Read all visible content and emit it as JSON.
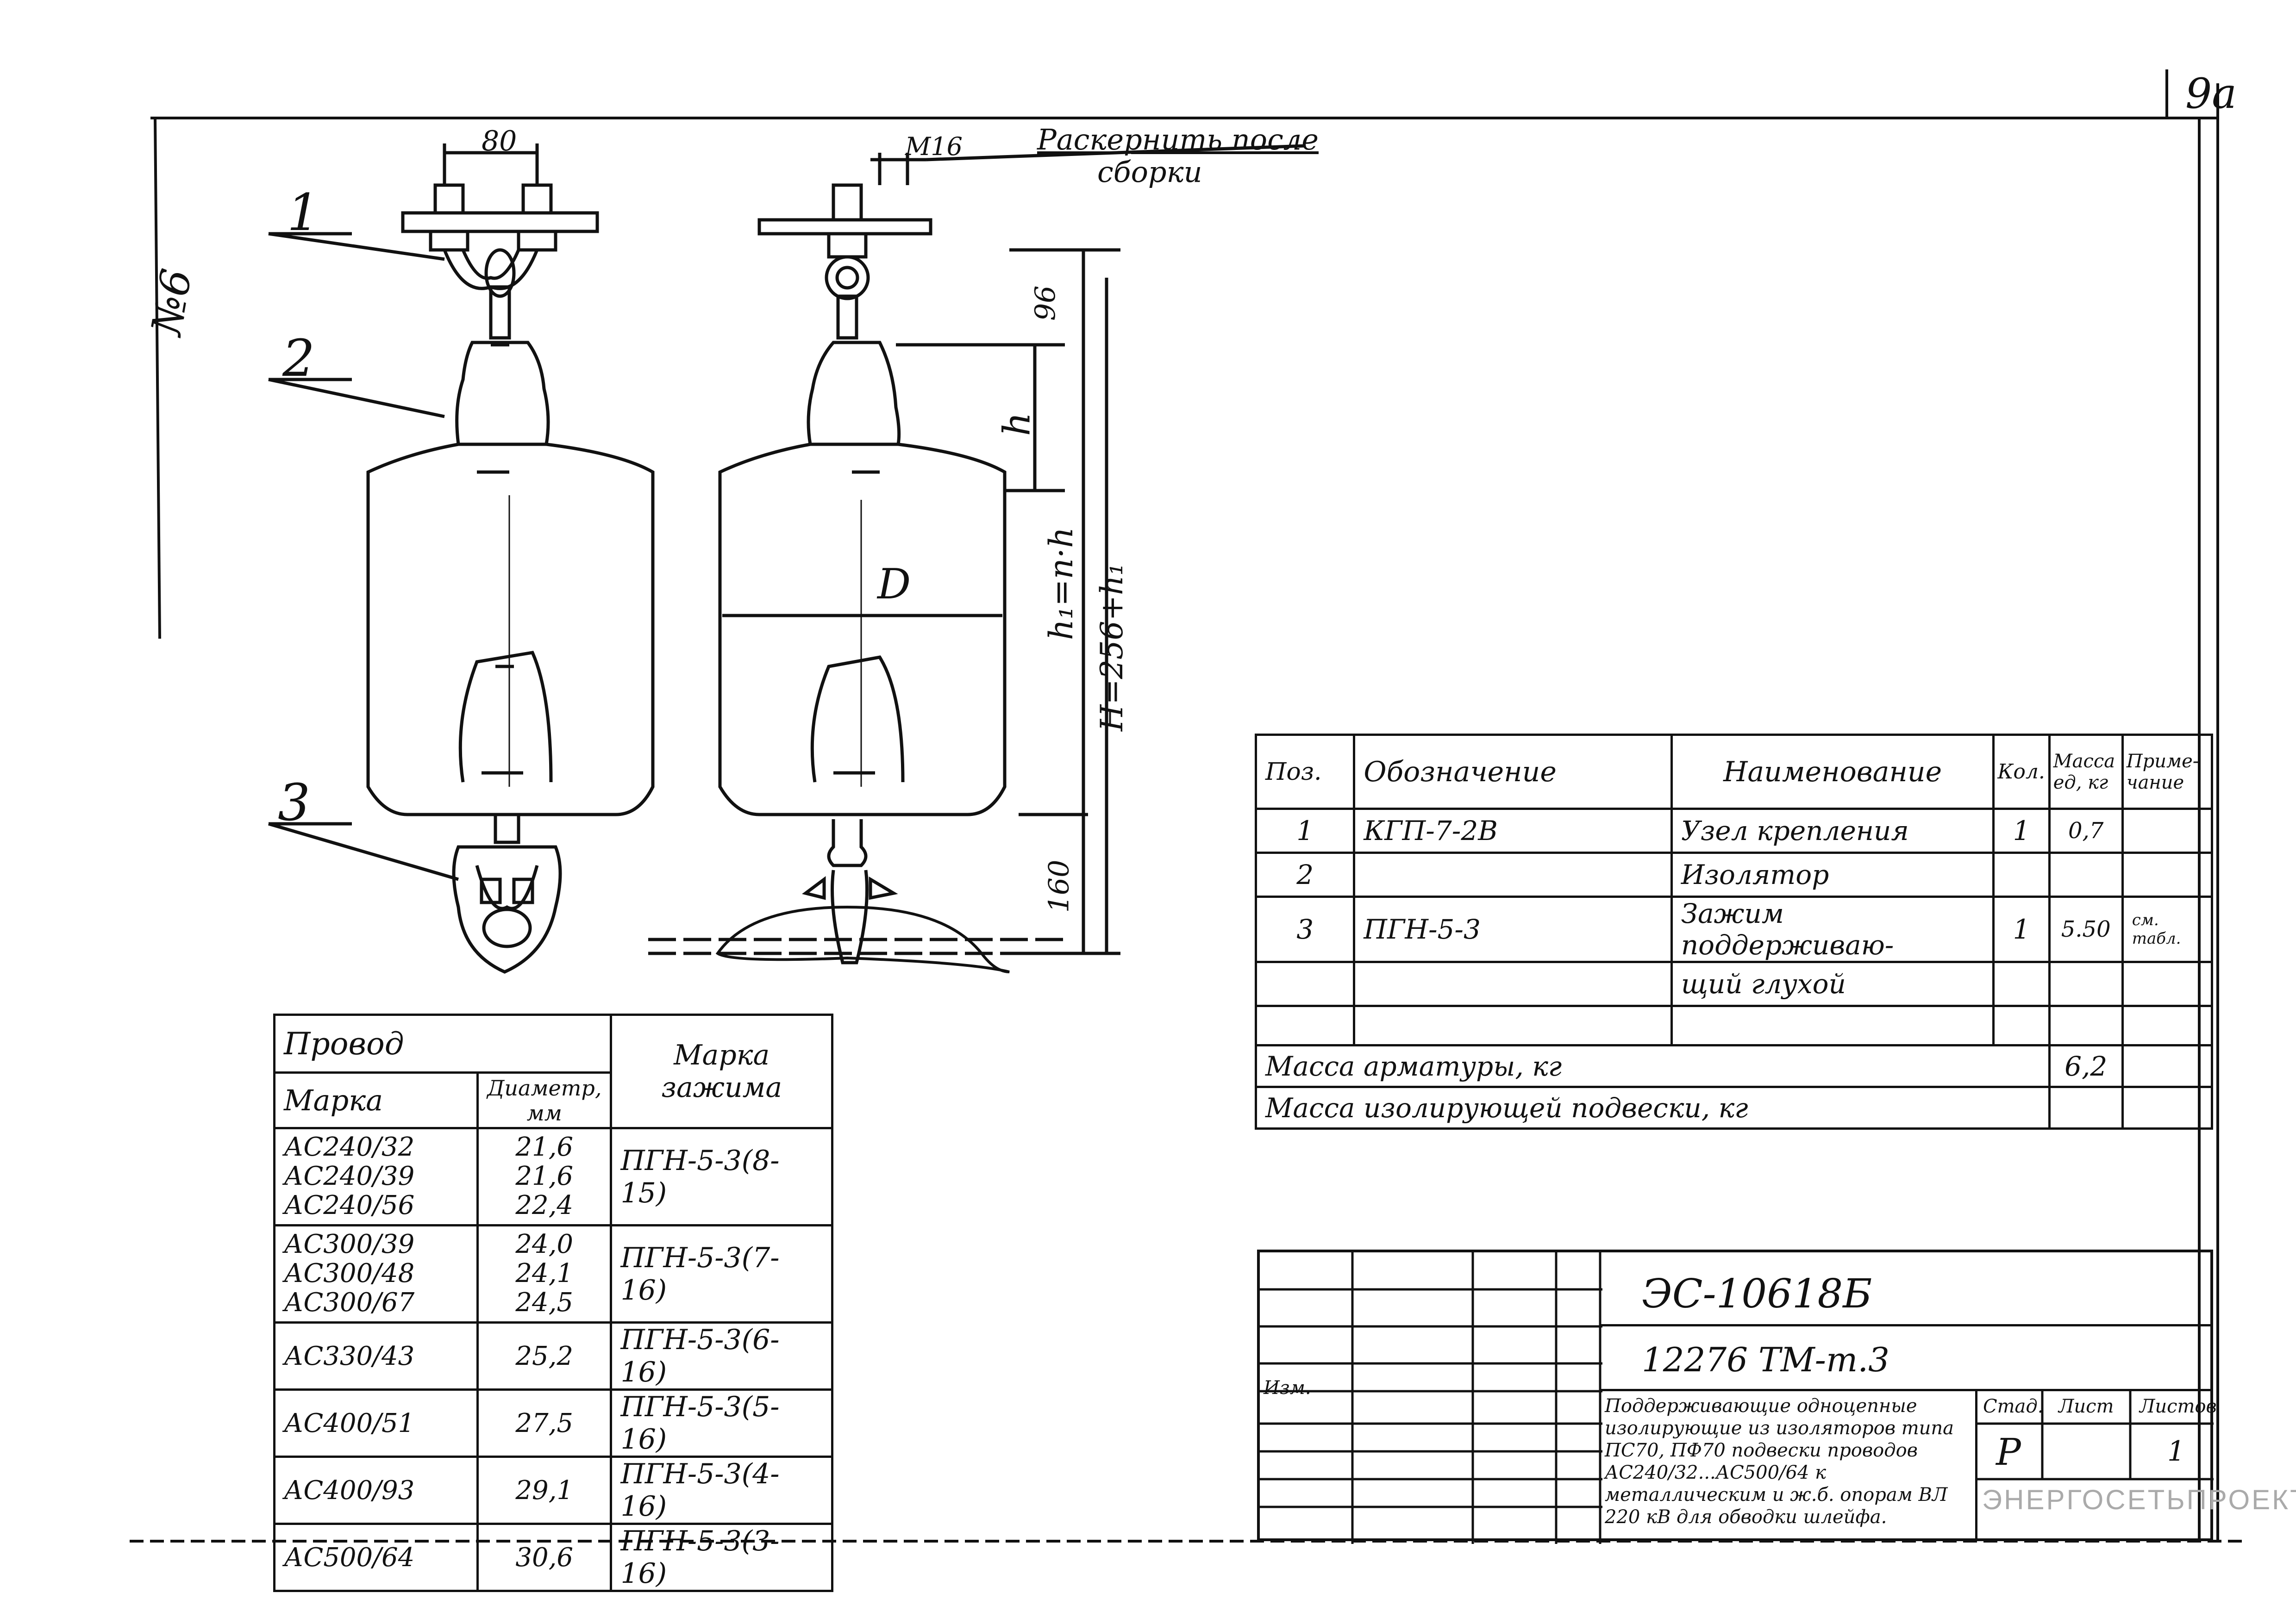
{
  "sheet": {
    "page_label": "9а",
    "side_mark": "№6"
  },
  "drawing": {
    "positions": [
      "1",
      "2",
      "3"
    ],
    "dim_80": "80",
    "dim_m16": "M16",
    "note_line1": "Раскернить после",
    "note_line2": "сборки",
    "dim_96": "96",
    "dim_h": "h",
    "dim_h1": "h₁=n·h",
    "dim_H": "H=256+h₁",
    "dim_D": "D",
    "dim_160": "160"
  },
  "wire_table": {
    "header_wire": "Провод",
    "header_mark": "Марка",
    "header_diam": "Диаметр, мм",
    "header_clamp": "Марка зажима",
    "groups": [
      {
        "marks": [
          "АС240/32",
          "АС240/39",
          "АС240/56"
        ],
        "diams": [
          "21,6",
          "21,6",
          "22,4"
        ],
        "clamp": "ПГН-5-3(8-15)"
      },
      {
        "marks": [
          "АС300/39",
          "АС300/48",
          "АС300/67"
        ],
        "diams": [
          "24,0",
          "24,1",
          "24,5"
        ],
        "clamp": "ПГН-5-3(7-16)"
      },
      {
        "marks": [
          "АС330/43"
        ],
        "diams": [
          "25,2"
        ],
        "clamp": "ПГН-5-3(6-16)"
      },
      {
        "marks": [
          "АС400/51"
        ],
        "diams": [
          "27,5"
        ],
        "clamp": "ПГН-5-3(5-16)"
      },
      {
        "marks": [
          "АС400/93"
        ],
        "diams": [
          "29,1"
        ],
        "clamp": "ПГН-5-3(4-16)"
      },
      {
        "marks": [
          "АС500/64"
        ],
        "diams": [
          "30,6"
        ],
        "clamp": "ПГН-5-3(3-16)"
      }
    ]
  },
  "spec_table": {
    "headers": [
      "Поз.",
      "Обозначение",
      "Наименование",
      "Кол.",
      "Масса ед, кг",
      "Приме-чание"
    ],
    "rows": [
      [
        "1",
        "КГП-7-2В",
        "Узел крепления",
        "1",
        "0,7",
        ""
      ],
      [
        "2",
        "",
        "Изолятор",
        "",
        "",
        ""
      ],
      [
        "3",
        "ПГН-5-3",
        "Зажим поддерживаю-",
        "1",
        "5.50",
        "см. табл."
      ],
      [
        "",
        "",
        "щий глухой",
        "",
        "",
        ""
      ],
      [
        "",
        "",
        "",
        "",
        "",
        ""
      ]
    ],
    "mass_fittings_label": "Масса арматуры, кг",
    "mass_fittings_value": "6,2",
    "mass_suspension_label": "Масса изолирующей подвески, кг",
    "mass_suspension_value": ""
  },
  "title_block": {
    "code1": "ЭС-10618Б",
    "code2": "12276 ТМ-т.3",
    "description": "Поддерживающие одноцепные изолирующие из изоляторов типа ПС70, ПФ70 подвески проводов АС240/32...АС500/64 к металлическим и ж.б. опорам ВЛ 220 кВ для обводки шлейфа.",
    "stage_label": "Стад.",
    "sheet_label": "Лист",
    "sheets_label": "Листов",
    "stage_value": "Р",
    "sheet_value": "",
    "sheets_value": "1",
    "row_label_first": "Изм.",
    "org_stamp": "ЭНЕРГОСЕТЬПРОЕКТ"
  }
}
